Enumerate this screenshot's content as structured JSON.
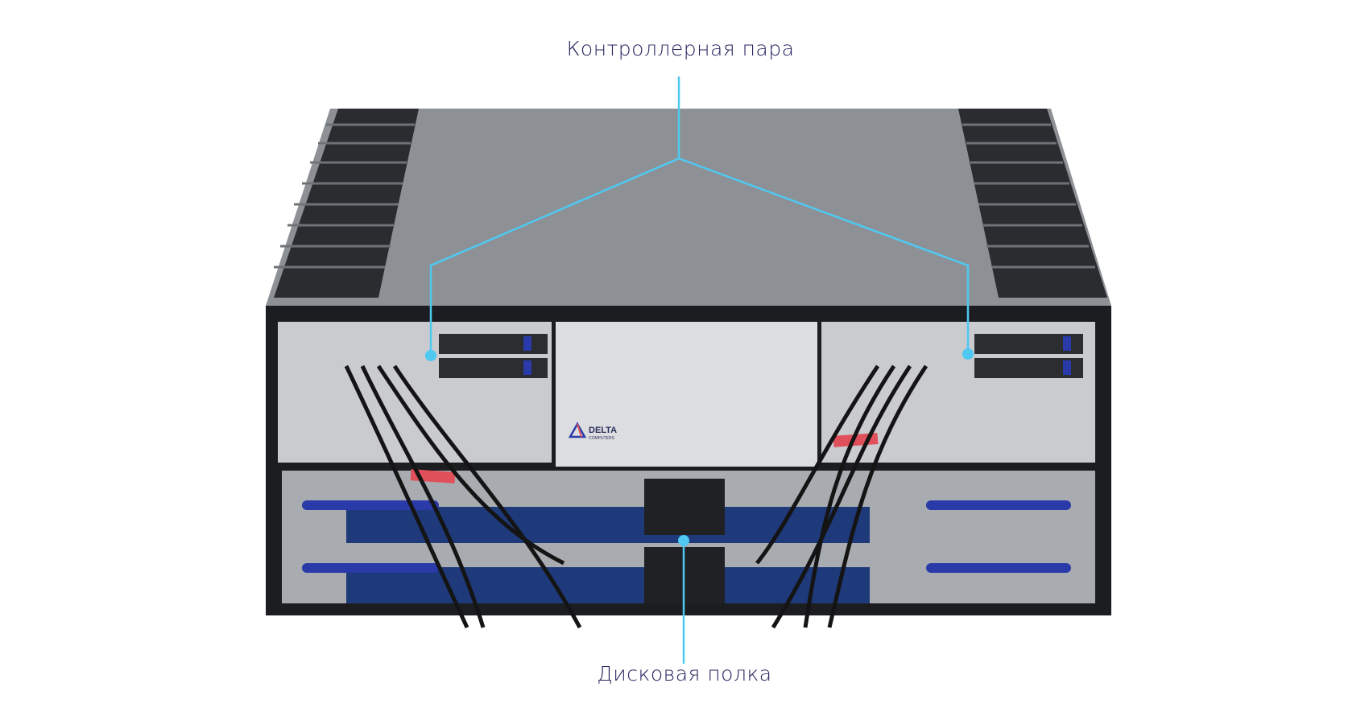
{
  "annotations": {
    "controller_pair": "Контроллерная пара",
    "disk_shelf": "Дисковая полка"
  },
  "logo": {
    "brand": "DELTA",
    "sub": "COMPUTERS"
  },
  "colors": {
    "callout_line": "#4fc9f2",
    "label_text": "#24245e",
    "chassis": "#8e9296",
    "accent_blue": "#2a3aa8"
  }
}
